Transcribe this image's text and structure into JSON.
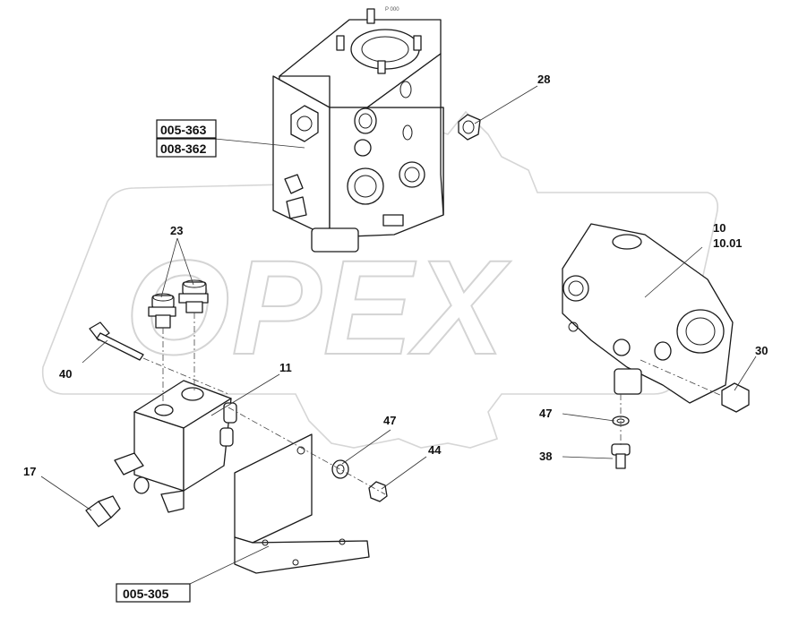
{
  "watermark": {
    "text": "OPEX"
  },
  "header": {
    "code": "P 000"
  },
  "colors": {
    "line": "#1a1a1a",
    "watermark": "#d4d4d4",
    "background": "#ffffff"
  },
  "callouts": {
    "c28": "28",
    "c23": "23",
    "c10": "10",
    "c10_01": "10.01",
    "c30": "30",
    "c40": "40",
    "c11": "11",
    "c47a": "47",
    "c47b": "47",
    "c44": "44",
    "c38": "38",
    "c17": "17"
  },
  "references": {
    "ref1": "005-363",
    "ref2": "008-362",
    "ref3": "005-305"
  }
}
